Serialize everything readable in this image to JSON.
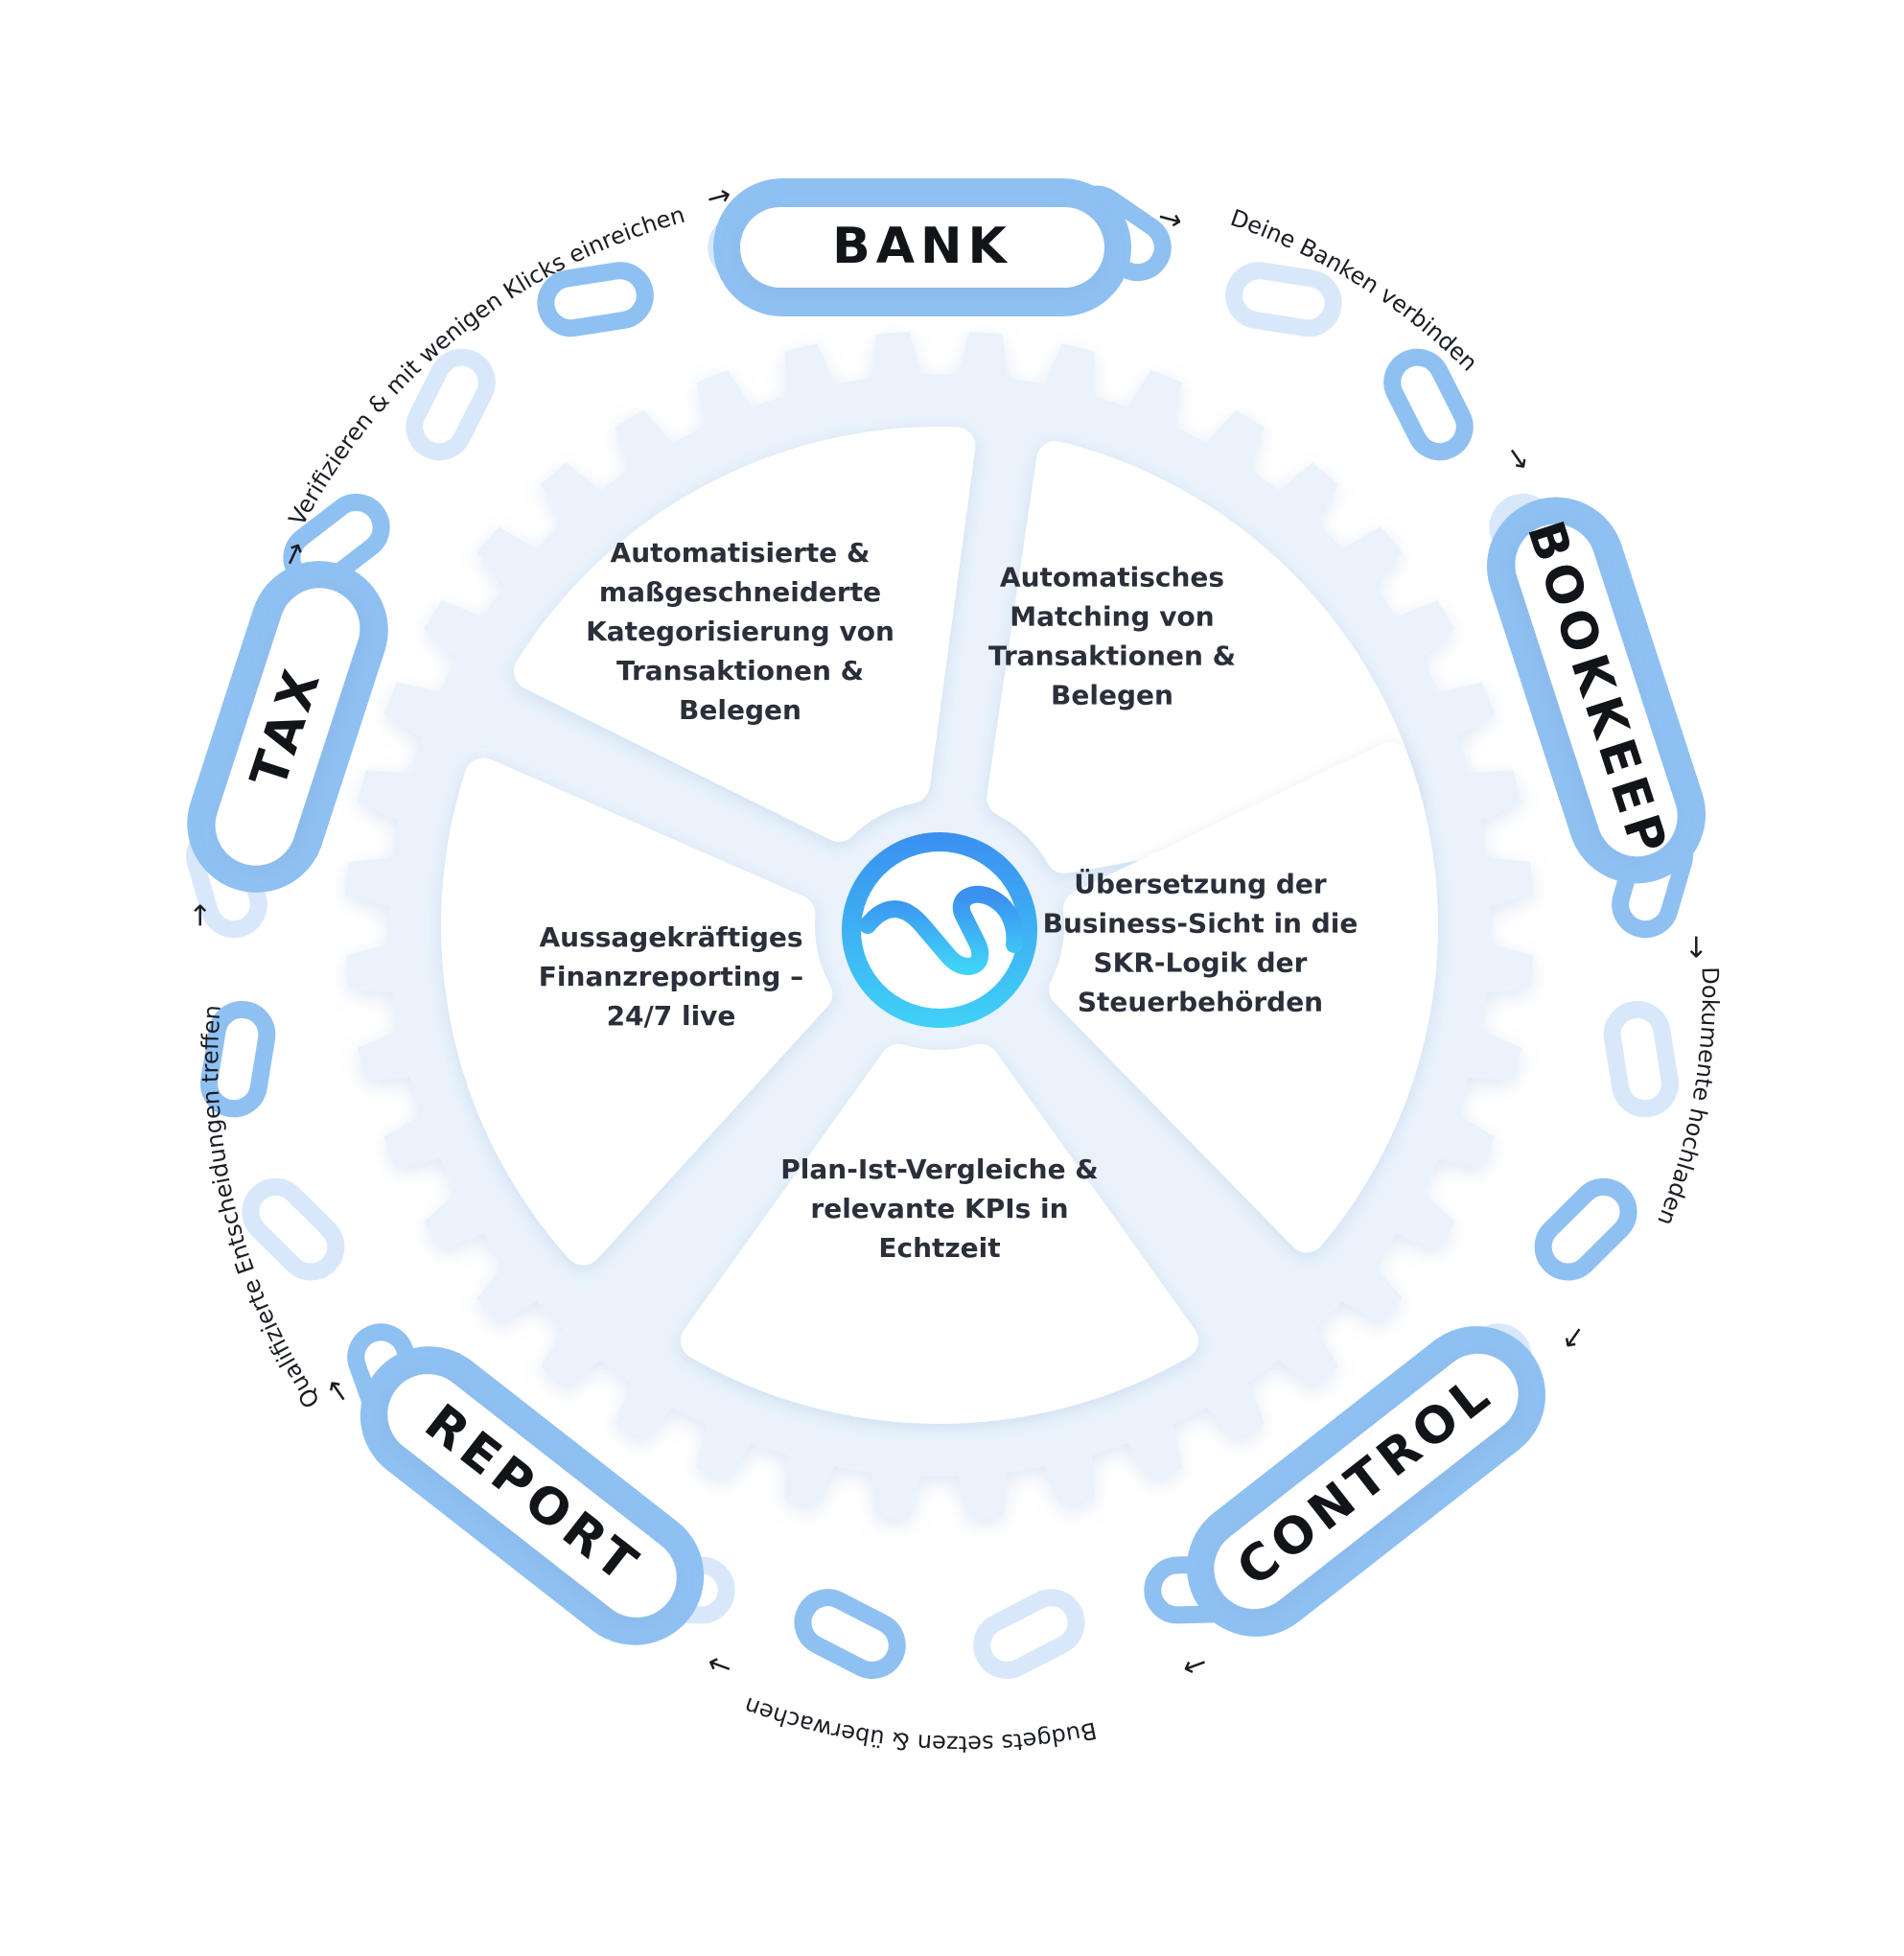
{
  "stages": [
    {
      "id": "bank",
      "label": "BANK"
    },
    {
      "id": "bookkeep",
      "label": "BOOKKEEP"
    },
    {
      "id": "control",
      "label": "CONTROL"
    },
    {
      "id": "report",
      "label": "REPORT"
    },
    {
      "id": "tax",
      "label": "TAX"
    }
  ],
  "segments": [
    {
      "id": "seg-categorization",
      "lines": [
        "Automatisierte &",
        "maßgeschneiderte",
        "Kategorisierung von",
        "Transaktionen &",
        "Belegen"
      ]
    },
    {
      "id": "seg-matching",
      "lines": [
        "Automatisches",
        "Matching von",
        "Transaktionen &",
        "Belegen"
      ]
    },
    {
      "id": "seg-skr",
      "lines": [
        "Übersetzung der",
        "Business-Sicht in die",
        "SKR-Logik der",
        "Steuerbehörden"
      ]
    },
    {
      "id": "seg-plan-ist",
      "lines": [
        "Plan-Ist-Vergleiche &",
        "relevante KPIs in",
        "Echtzeit"
      ]
    },
    {
      "id": "seg-reporting",
      "lines": [
        "Aussagekräftiges",
        "Finanzreporting –",
        "24/7 live"
      ]
    }
  ],
  "transitions": [
    {
      "id": "bank-to-bookkeep",
      "text": "Deine Banken verbinden"
    },
    {
      "id": "bookkeep-to-control",
      "text": "Dokumente hochladen"
    },
    {
      "id": "control-to-report",
      "text": "Budgets setzen & überwachen"
    },
    {
      "id": "report-to-tax",
      "text": "Qualifizierte Entscheidungen treffen"
    },
    {
      "id": "tax-to-bank",
      "text": "Verifizieren & mit wenigen Klicks einreichen"
    }
  ],
  "colors": {
    "chain_dark": "#8fc0f2",
    "chain_light": "#d8e8fa",
    "gear": "#eaf2fb",
    "segment": "#ffffff",
    "logo_gradient_top": "#3b8ff0",
    "logo_gradient_bottom": "#3fd0f6"
  },
  "icons": {
    "center_logo": "brand-logo-icon",
    "arrow": "arrow-icon"
  }
}
